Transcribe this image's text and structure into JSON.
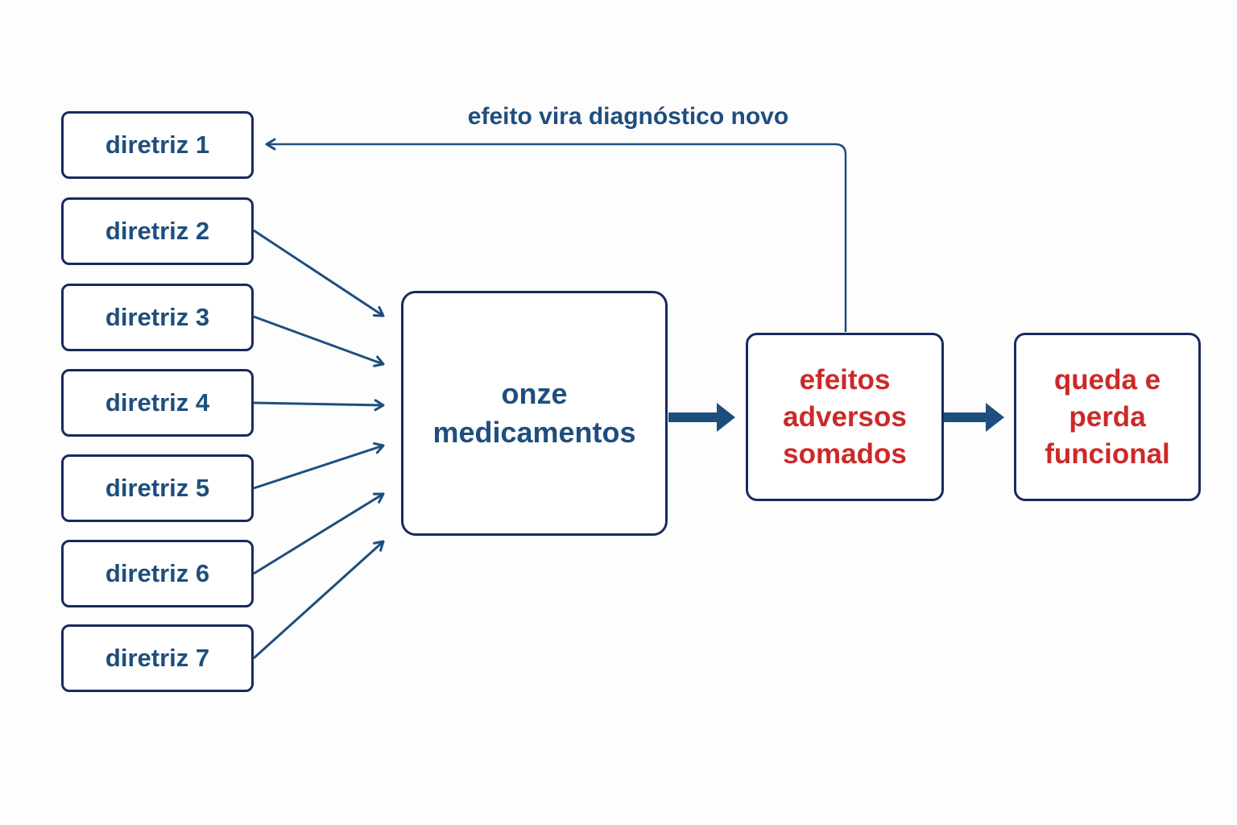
{
  "guidelines": [
    {
      "label": "diretriz 1"
    },
    {
      "label": "diretriz 2"
    },
    {
      "label": "diretriz 3"
    },
    {
      "label": "diretriz 4"
    },
    {
      "label": "diretriz 5"
    },
    {
      "label": "diretriz 6"
    },
    {
      "label": "diretriz 7"
    }
  ],
  "medications": {
    "label": "onze\nmedicamentos"
  },
  "adverse_effects": {
    "label": "efeitos\nadversos\nsomados"
  },
  "outcome": {
    "label": "queda e\nperda\nfuncional"
  },
  "feedback": {
    "label": "efeito vira diagnóstico novo"
  },
  "colors": {
    "border": "#1a2a5e",
    "text_blue": "#1e4e7e",
    "text_red": "#cc2929",
    "arrow": "#1e4e7e"
  }
}
